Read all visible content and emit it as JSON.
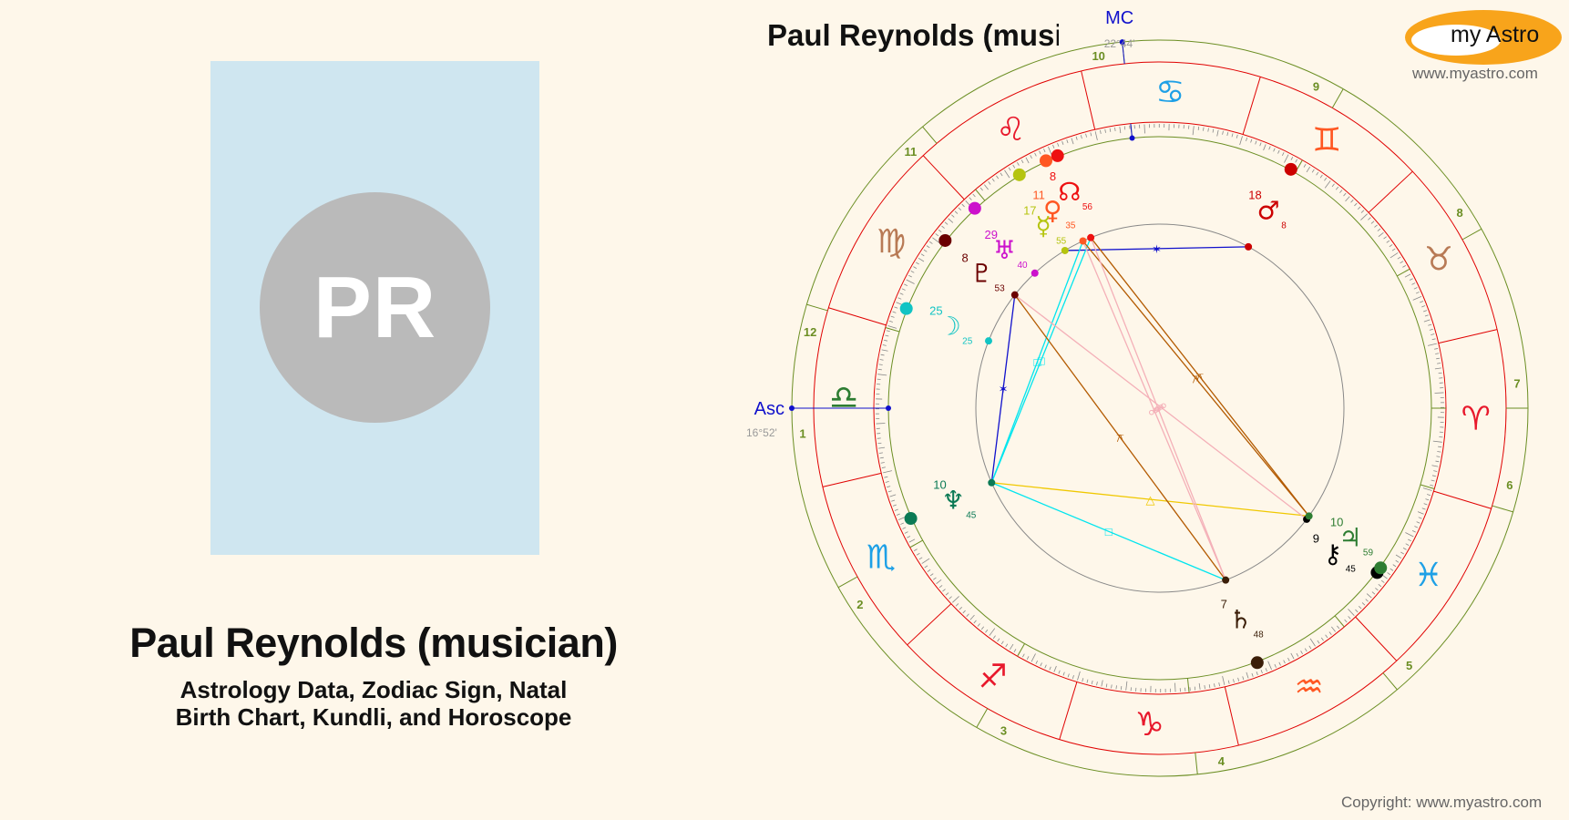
{
  "profile": {
    "initials": "PR",
    "name": "Paul Reynolds (musician)",
    "subtitle_line1": "Astrology Data, Zodiac Sign, Natal",
    "subtitle_line2": "Birth Chart, Kundli, and Horoscope"
  },
  "chart_header": {
    "title": "Paul Reynolds (musi"
  },
  "brand": {
    "logo_text": "my Astro",
    "url": "www.myastro.com",
    "copyright": "Copyright: www.myastro.com",
    "logo_color": "#f8a41b"
  },
  "chart_data": {
    "type": "natal-wheel",
    "title": "Paul Reynolds (musician)",
    "angles": {
      "asc": {
        "label": "Asc",
        "sign": "Libra",
        "deg": 16,
        "min": 52,
        "display": "16°52'"
      },
      "mc": {
        "label": "MC",
        "sign": "Cancer",
        "deg": 22,
        "min": 44,
        "display": "22°44'"
      }
    },
    "signs": [
      {
        "name": "Aries",
        "glyph": "♈",
        "color": "#e8192c"
      },
      {
        "name": "Taurus",
        "glyph": "♉",
        "color": "#b87a55"
      },
      {
        "name": "Gemini",
        "glyph": "♊",
        "color": "#ff5722"
      },
      {
        "name": "Cancer",
        "glyph": "♋",
        "color": "#1ea0e6"
      },
      {
        "name": "Leo",
        "glyph": "♌",
        "color": "#e8192c"
      },
      {
        "name": "Virgo",
        "glyph": "♍",
        "color": "#b87a55"
      },
      {
        "name": "Libra",
        "glyph": "♎",
        "color": "#2e7d32"
      },
      {
        "name": "Scorpio",
        "glyph": "♏",
        "color": "#1ea0e6"
      },
      {
        "name": "Sagittarius",
        "glyph": "♐",
        "color": "#e8192c"
      },
      {
        "name": "Capricorn",
        "glyph": "♑",
        "color": "#e8192c"
      },
      {
        "name": "Aquarius",
        "glyph": "♒",
        "color": "#ff5722"
      },
      {
        "name": "Pisces",
        "glyph": "♓",
        "color": "#1ea0e6"
      }
    ],
    "houses": [
      {
        "num": 1,
        "lon": 196.87
      },
      {
        "num": 2,
        "lon": 226.0
      },
      {
        "num": 3,
        "lon": 257.0
      },
      {
        "num": 4,
        "lon": 292.73
      },
      {
        "num": 5,
        "lon": 327.0
      },
      {
        "num": 6,
        "lon": 0.5
      },
      {
        "num": 7,
        "lon": 16.87
      },
      {
        "num": 8,
        "lon": 46.0
      },
      {
        "num": 9,
        "lon": 77.0
      },
      {
        "num": 10,
        "lon": 112.73
      },
      {
        "num": 11,
        "lon": 147.0
      },
      {
        "num": 12,
        "lon": 180.5
      }
    ],
    "planets": [
      {
        "name": "Mars",
        "glyph": "♂",
        "sign": "Gemini",
        "deg": 18,
        "min": 8,
        "lon": 78.13,
        "color": "#cc0000"
      },
      {
        "name": "North Node",
        "glyph": "☊",
        "sign": "Leo",
        "deg": 8,
        "min": 56,
        "lon": 128.93,
        "color": "#ee1111"
      },
      {
        "name": "Venus",
        "glyph": "♀",
        "sign": "Leo",
        "deg": 11,
        "min": 35,
        "lon": 131.58,
        "color": "#ff5722"
      },
      {
        "name": "Mercury",
        "glyph": "☿",
        "sign": "Leo",
        "deg": 17,
        "min": 55,
        "lon": 137.92,
        "color": "#b5c40f"
      },
      {
        "name": "Uranus",
        "glyph": "♅",
        "sign": "Leo",
        "deg": 29,
        "min": 40,
        "lon": 149.67,
        "color": "#cc11cc"
      },
      {
        "name": "Pluto",
        "glyph": "♇",
        "sign": "Virgo",
        "deg": 8,
        "min": 53,
        "lon": 158.88,
        "color": "#6b0000"
      },
      {
        "name": "Moon",
        "glyph": "☽",
        "sign": "Virgo",
        "deg": 25,
        "min": 25,
        "lon": 175.42,
        "color": "#11c4c4"
      },
      {
        "name": "Neptune",
        "glyph": "♆",
        "sign": "Scorpio",
        "deg": 10,
        "min": 45,
        "lon": 220.75,
        "color": "#0b7a55"
      },
      {
        "name": "Saturn",
        "glyph": "♄",
        "sign": "Aquarius",
        "deg": 7,
        "min": 48,
        "lon": 307.8,
        "color": "#3b1e08"
      },
      {
        "name": "Chiron",
        "glyph": "⚷",
        "sign": "Pisces",
        "deg": 9,
        "min": 45,
        "lon": 339.75,
        "color": "#000000"
      },
      {
        "name": "Jupiter",
        "glyph": "♃",
        "sign": "Pisces",
        "deg": 10,
        "min": 59,
        "lon": 340.98,
        "color": "#2e7d32"
      }
    ],
    "aspects": [
      {
        "from": "Mercury",
        "to": "Mars",
        "type": "sextile",
        "color": "#1010cc",
        "symbol": "✶"
      },
      {
        "from": "Pluto",
        "to": "Neptune",
        "type": "sextile",
        "color": "#1010cc",
        "symbol": "✶"
      },
      {
        "from": "Venus",
        "to": "Neptune",
        "type": "square",
        "color": "#00e5ee",
        "symbol": "□"
      },
      {
        "from": "North Node",
        "to": "Neptune",
        "type": "square",
        "color": "#00e5ee",
        "symbol": "□"
      },
      {
        "from": "Neptune",
        "to": "Saturn",
        "type": "square",
        "color": "#00e5ee",
        "symbol": "□"
      },
      {
        "from": "Neptune",
        "to": "Jupiter",
        "type": "trine",
        "color": "#f0c800",
        "symbol": "△"
      },
      {
        "from": "Pluto",
        "to": "Saturn",
        "type": "quincunx",
        "color": "#b35a00",
        "symbol": "⚻"
      },
      {
        "from": "Venus",
        "to": "Jupiter",
        "type": "quincunx",
        "color": "#b35a00",
        "symbol": "⚻"
      },
      {
        "from": "North Node",
        "to": "Jupiter",
        "type": "quincunx",
        "color": "#b35a00",
        "symbol": "⚻"
      },
      {
        "from": "Pluto",
        "to": "Chiron",
        "type": "opposition",
        "color": "#f4b0b8",
        "symbol": "☍"
      },
      {
        "from": "Venus",
        "to": "Saturn",
        "type": "opposition",
        "color": "#f4b0b8",
        "symbol": "☍"
      },
      {
        "from": "North Node",
        "to": "Saturn",
        "type": "opposition",
        "color": "#f4b0b8",
        "symbol": "☍"
      }
    ],
    "colors": {
      "outer_ring": "#6b8e23",
      "sign_ring": "#e00000",
      "ticks": "#888888",
      "aspect_circle": "#888888",
      "angle_line": "#1010cc"
    }
  }
}
